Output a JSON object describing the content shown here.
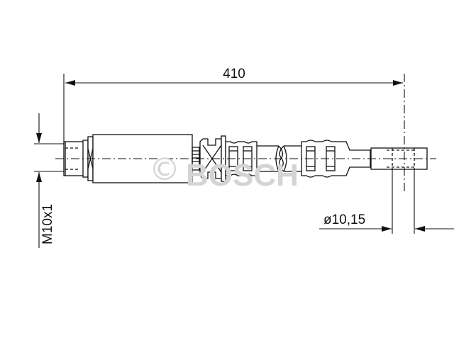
{
  "drawing": {
    "length_label": "410",
    "thread_label": "M10x1",
    "diameter_label": "ø10,15",
    "watermark_symbol": "©",
    "watermark_text": "BOSCH"
  },
  "colors": {
    "line": "#111111",
    "watermark": "#d4d4d4"
  }
}
